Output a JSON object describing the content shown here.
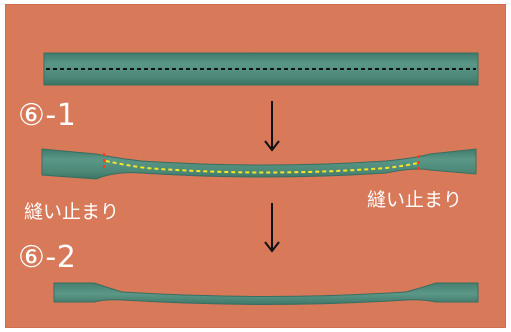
{
  "steps": {
    "step1_label": "⑥-1",
    "step2_label": "⑥-2"
  },
  "annotations": {
    "stop_left": "縫い止まり",
    "stop_right": "縫い止まり"
  },
  "colors": {
    "background": "#d87a5a",
    "strip": "#4e8a79",
    "black_stitch": "#111111",
    "yellow_stitch": "#f3e626",
    "stop_marker": "#ff3b1f"
  },
  "icons": {
    "arrow": "down-arrow-icon"
  }
}
